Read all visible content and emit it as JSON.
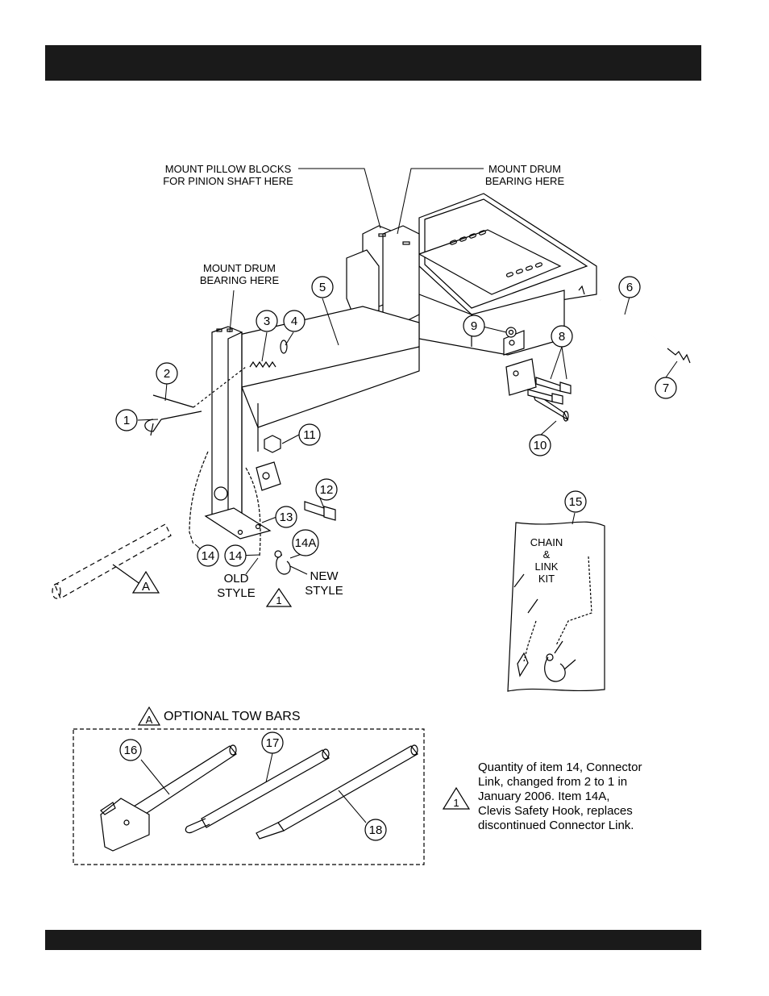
{
  "callouts": {
    "pillow_blocks": [
      "MOUNT PILLOW BLOCKS",
      "FOR PINION SHAFT HERE"
    ],
    "drum_bearing_top": [
      "MOUNT DRUM",
      "BEARING HERE"
    ],
    "drum_bearing_left": [
      "MOUNT DRUM",
      "BEARING HERE"
    ],
    "old_style": [
      "OLD",
      "STYLE"
    ],
    "new_style": [
      "NEW",
      "STYLE"
    ],
    "chain_kit": [
      "CHAIN",
      "&",
      "LINK",
      "KIT"
    ]
  },
  "part_numbers": [
    "1",
    "2",
    "3",
    "4",
    "5",
    "6",
    "7",
    "8",
    "9",
    "10",
    "11",
    "12",
    "13",
    "14",
    "14",
    "14A",
    "15",
    "16",
    "17",
    "18"
  ],
  "flag_symbols": {
    "tow_bar": "A",
    "note_ref": "1"
  },
  "tow_bars": {
    "title": "OPTIONAL TOW BARS"
  },
  "note": {
    "lines": [
      "Quantity of item 14, Connector",
      "Link, changed from 2 to 1 in",
      "January 2006. Item 14A,",
      "Clevis Safety Hook, replaces",
      "discontinued Connector Link."
    ]
  }
}
